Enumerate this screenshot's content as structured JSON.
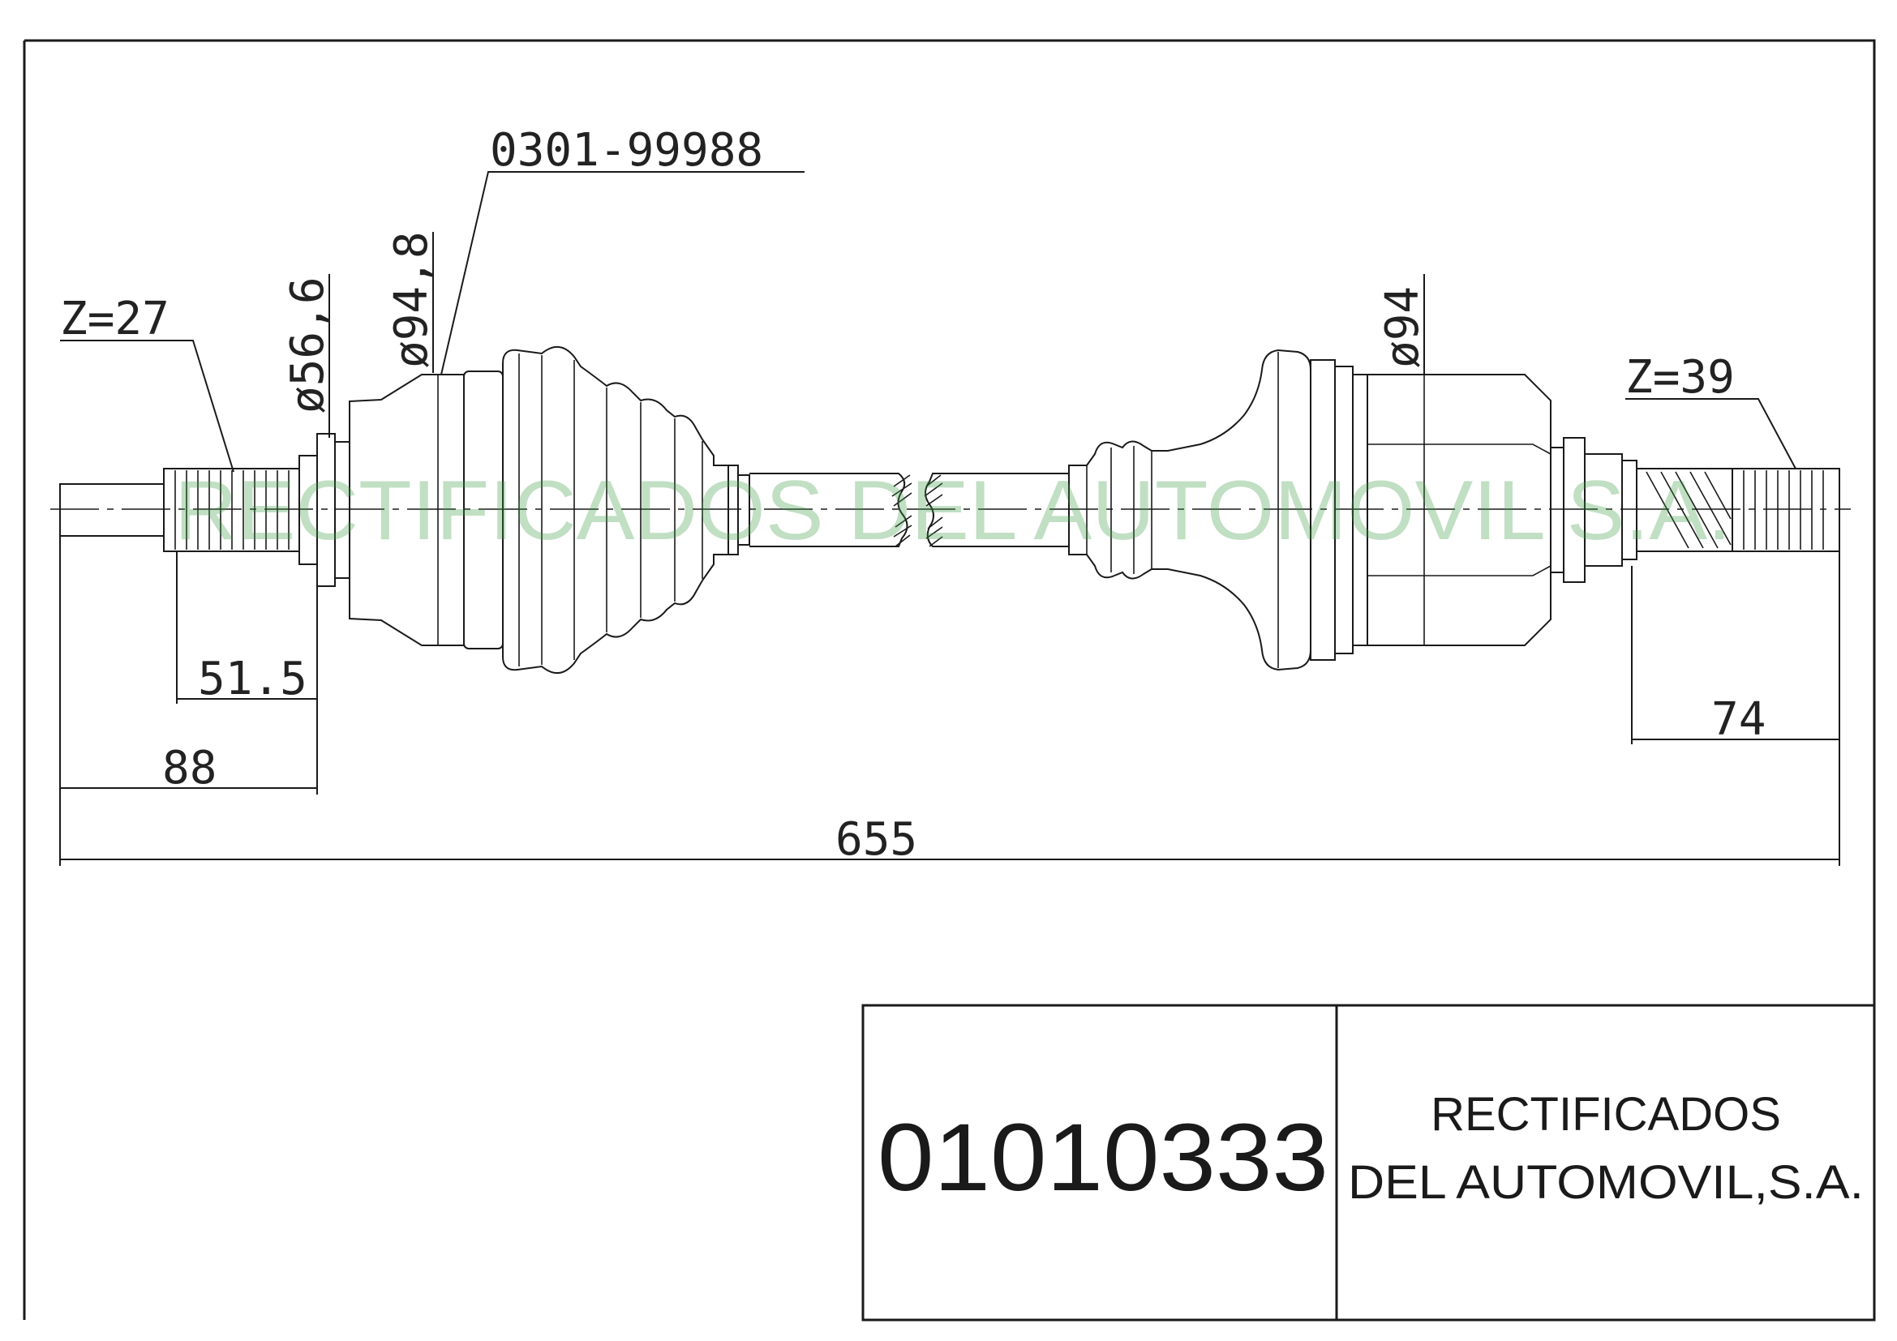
{
  "drawing": {
    "reference": "0301-99988",
    "left_end": {
      "spline": "Z=27",
      "diameter": "ø56,6",
      "boot_diameter": "ø94,8"
    },
    "right_end": {
      "spline": "Z=39",
      "diameter": "ø94"
    },
    "dimensions": {
      "left_inner": "51.5",
      "left_outer": "88",
      "right": "74",
      "overall": "655"
    },
    "watermark": "RECTIFICADOS DEL AUTOMOVIL S.A."
  },
  "title_block": {
    "part_number": "01010333",
    "company_line1": "RECTIFICADOS",
    "company_line2": "DEL AUTOMOVIL,S.A."
  },
  "colors": {
    "ink": "#1a1a1a",
    "watermark": "#3f9c45"
  }
}
